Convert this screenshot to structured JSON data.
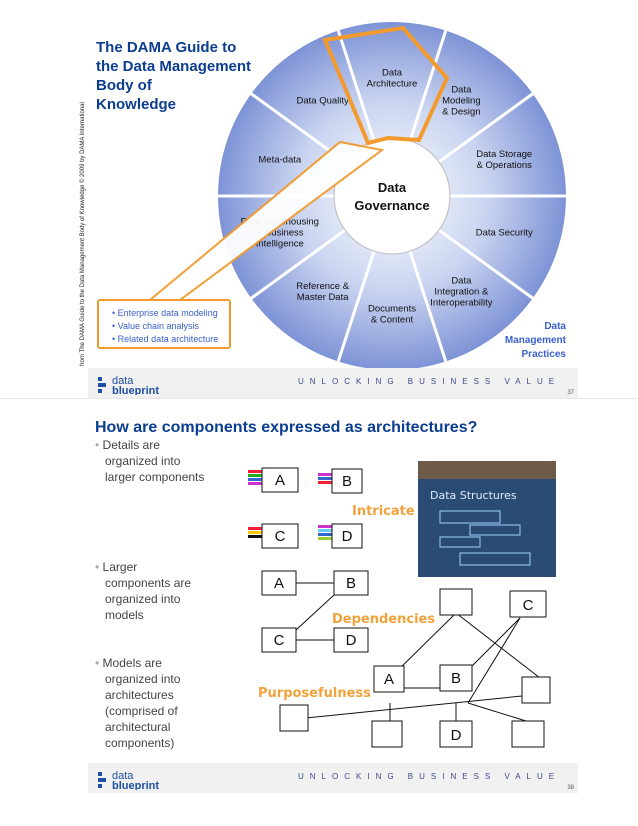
{
  "slide1": {
    "title_lines": [
      "The DAMA Guide to",
      "the Data Management",
      "Body of",
      "Knowledge"
    ],
    "vertical_credit": "from The DAMA Guide to the Data Management Body of Knowledge © 2009 by DAMA International",
    "center": [
      "Data",
      "Governance"
    ],
    "segments": [
      [
        "Data",
        "Architecture"
      ],
      [
        "Data",
        "Modeling",
        "& Design"
      ],
      [
        "Data Storage",
        "& Operations"
      ],
      [
        "Data Security"
      ],
      [
        "Data",
        "Integration &",
        "Interoperability"
      ],
      [
        "Documents",
        "& Content"
      ],
      [
        "Reference &",
        "Master Data"
      ],
      [
        "Data Warehousing",
        "& Business",
        "Intelligence"
      ],
      [
        "Meta-data"
      ],
      [
        "Data Quality"
      ]
    ],
    "callout_bullets": [
      "Enterprise data modeling",
      "Value chain analysis",
      "Related data architecture"
    ],
    "practices_label": [
      "Data",
      "Management",
      "Practices"
    ],
    "footer_tagline": "UNLOCKING BUSINESS VALUE",
    "logo": [
      "data",
      "blueprint"
    ],
    "page_number": "37"
  },
  "slide2": {
    "title": "How are components expressed as architectures?",
    "bullets": [
      {
        "lines": [
          "Details are",
          "organized into",
          "larger components"
        ]
      },
      {
        "lines": [
          "Larger",
          "components are",
          "organized into",
          "models"
        ]
      },
      {
        "lines": [
          "Models are",
          "organized into",
          "architectures",
          "(comprised of",
          "architectural",
          "components)"
        ]
      }
    ],
    "labels": {
      "A": "A",
      "B": "B",
      "C": "C",
      "D": "D"
    },
    "intricate": "Intricate",
    "dependencies": "Dependencies",
    "purposefulness": "Purposefulness",
    "photo_caption": "Data Structures",
    "footer_tagline": "UNLOCKING BUSINESS VALUE",
    "logo": [
      "data",
      "blueprint"
    ],
    "page_number": "38"
  }
}
